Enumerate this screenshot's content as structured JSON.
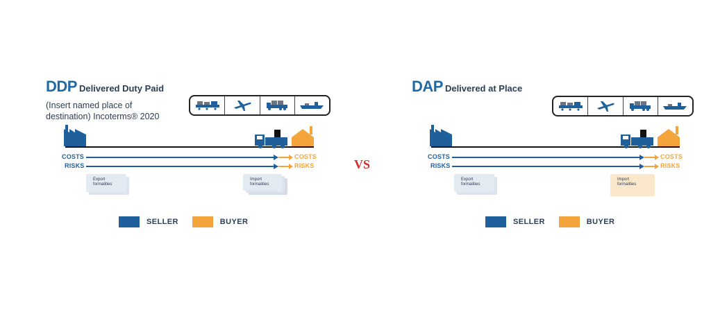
{
  "colors": {
    "seller": "#1f5f9b",
    "buyer": "#f3a43a",
    "title": "#1f6aa5",
    "vs": "#d32a2a",
    "doc_seller": "#e4eaf2",
    "doc_buyer": "#fbe8cc"
  },
  "ddp": {
    "code": "DDP",
    "name": "Delivered Duty Paid",
    "subtitle_line1": "(Insert named place of",
    "subtitle_line2": "destination) Incoterms® 2020",
    "costs_label": "COSTS",
    "risks_label": "RISKS",
    "export_doc_line1": "Export",
    "export_doc_line2": "formalities",
    "import_doc_line1": "Import",
    "import_doc_line2": "formalities",
    "import_doc_party": "seller",
    "transport_modes": [
      "truck-rail-icon",
      "airplane-icon",
      "truck-icon",
      "ship-icon"
    ]
  },
  "vs": "VS",
  "dap": {
    "code": "DAP",
    "name": "Delivered at Place",
    "costs_label": "COSTS",
    "risks_label": "RISKS",
    "export_doc_line1": "Export",
    "export_doc_line2": "formalities",
    "import_doc_line1": "Import",
    "import_doc_line2": "formalities",
    "import_doc_party": "buyer",
    "transport_modes": [
      "truck-rail-icon",
      "airplane-icon",
      "truck-icon",
      "ship-icon"
    ]
  },
  "legend": {
    "seller": "SELLER",
    "buyer": "BUYER"
  }
}
